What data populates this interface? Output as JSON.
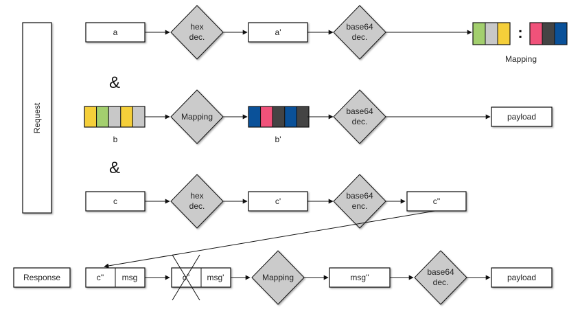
{
  "left_panel": {
    "label": "Request"
  },
  "row1": {
    "input": "a",
    "op1": [
      "hex",
      "dec."
    ],
    "mid": "a'",
    "op2": [
      "base64",
      "dec."
    ],
    "mapping_caption": "Mapping",
    "separator": ":"
  },
  "and1": "&",
  "row2": {
    "input_caption": "b",
    "op1": [
      "Mapping"
    ],
    "mid_caption": "b'",
    "op2": [
      "base64",
      "dec."
    ],
    "output": "payload"
  },
  "and2": "&",
  "row3": {
    "input": "c",
    "op1": [
      "hex",
      "dec."
    ],
    "mid": "c'",
    "op2": [
      "base64",
      "enc."
    ],
    "output": "c''"
  },
  "row4": {
    "start": "Response",
    "left_cell": "c''",
    "right_cell": "msg",
    "struck_cell": "c''",
    "msg_prime": "msg'",
    "op1": [
      "Mapping"
    ],
    "mid": "msg''",
    "op2": [
      "base64",
      "dec."
    ],
    "output": "payload"
  },
  "colors": {
    "green": "#a3cf6e",
    "gray": "#c8c8c8",
    "yellow": "#f5cf3a",
    "pink": "#f0527a",
    "dark": "#444444",
    "blue": "#0a5199",
    "diamond": "#cbcbcb"
  },
  "strips": {
    "mapping_left": [
      "green",
      "gray",
      "yellow"
    ],
    "mapping_right": [
      "pink",
      "dark",
      "blue"
    ],
    "b": [
      "yellow",
      "green",
      "gray",
      "yellow",
      "gray"
    ],
    "b_prime": [
      "blue",
      "pink",
      "dark",
      "blue",
      "dark"
    ]
  }
}
